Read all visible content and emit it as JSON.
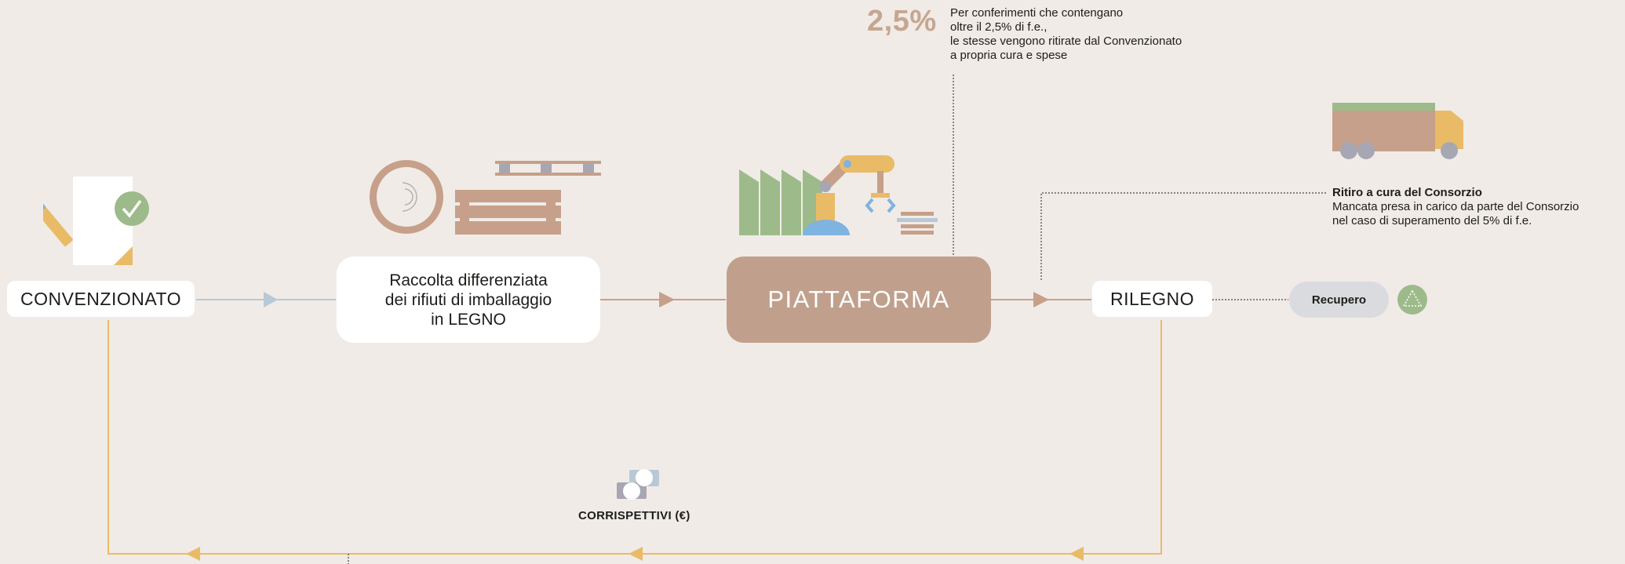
{
  "nodes": {
    "convenzionato": "CONVENZIONATO",
    "raccolta": "Raccolta differenziata\ndei rifiuti di imballaggio\nin LEGNO",
    "piattaforma": "PIATTAFORMA",
    "rilegno": "RILEGNO",
    "recupero": "Recupero"
  },
  "annotations": {
    "percent": "2,5%",
    "percent_note": "Per conferimenti che contengano\noltre il 2,5% di f.e.,\nle stesse vengono ritirate dal Convenzionato\na propria cura e spese",
    "ritiro_title": "Ritiro a cura del Consorzio",
    "ritiro_text": "Mancata presa in carico da parte del Consorzio\nnel caso di superamento del 5% di f.e.",
    "corrispettivi": "CORRISPETTIVI (€)"
  },
  "colors": {
    "background": "#f1ebe7",
    "flow_brown": "#c6a08a",
    "flow_blue": "#b8c8d6",
    "flow_yellow": "#e9bb67",
    "platform": "#c0a08d",
    "green": "#9dbb8a",
    "grey": "#a7a6b3"
  },
  "icons": [
    "document-check-icon",
    "wood-log-icon",
    "pallet-icon",
    "robot-arm-factory-icon",
    "truck-icon",
    "recycle-icon",
    "money-exchange-icon"
  ]
}
